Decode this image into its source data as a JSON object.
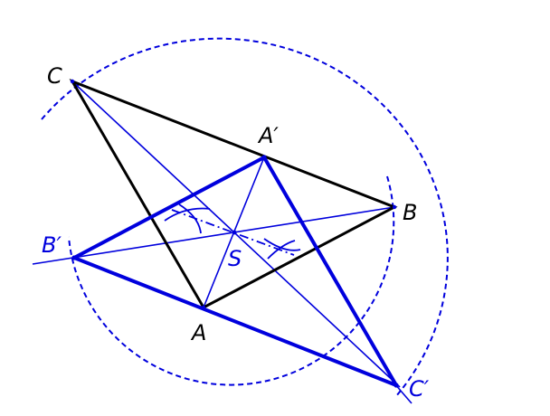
{
  "colors": {
    "black": "#000000",
    "blue": "#0000dd"
  },
  "labels": {
    "C": "C",
    "A_prime": "A′",
    "B": "B",
    "B_prime": "B′",
    "S": "S",
    "A": "A",
    "C_prime": "C′"
  }
}
